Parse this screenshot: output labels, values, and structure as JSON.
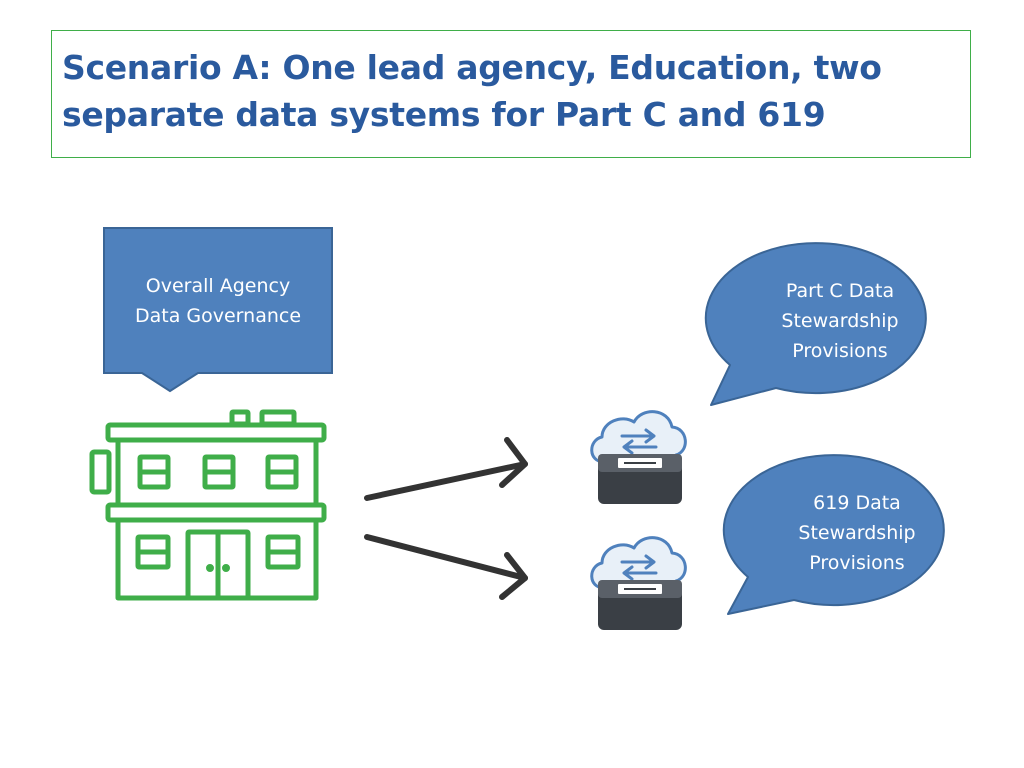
{
  "slide": {
    "title": "Scenario A: One lead agency, Education, two separate data systems for Part C and 619"
  },
  "governance_callout": {
    "text": "Overall Agency\nData Governance",
    "icon": "rectangular-callout"
  },
  "part_c_bubble": {
    "text": "Part C Data\nStewardship\nProvisions",
    "icon": "oval-speech-bubble"
  },
  "s619_bubble": {
    "text": "619 Data\nStewardship\nProvisions",
    "icon": "oval-speech-bubble"
  },
  "icons": {
    "agency": "building-icon",
    "systems": [
      "cloud-sync-storage-icon",
      "cloud-sync-storage-icon"
    ],
    "arrows": [
      "arrow-right-icon",
      "arrow-right-icon"
    ]
  },
  "colors": {
    "title": "#2a5a9e",
    "title_border": "#3fae49",
    "callout_fill": "#4f81bd",
    "callout_stroke": "#3a6596",
    "building": "#3fae49",
    "arrow": "#333333",
    "drawer": "#3a3f45",
    "cloud_stroke": "#4f81bd",
    "cloud_fill": "#e8f0f8"
  }
}
